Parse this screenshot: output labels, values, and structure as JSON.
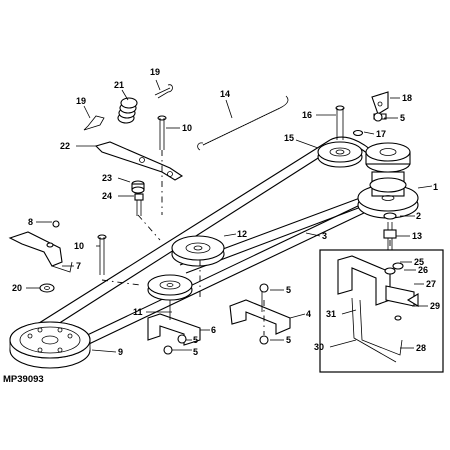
{
  "diagram": {
    "reference_code": "MP39093",
    "callouts": {
      "c1": "1",
      "c2": "2",
      "c3": "3",
      "c4": "4",
      "c5a": "5",
      "c5b": "5",
      "c5c": "5",
      "c5d": "5",
      "c5e": "5",
      "c6": "6",
      "c7": "7",
      "c8": "8",
      "c9": "9",
      "c10a": "10",
      "c10b": "10",
      "c11": "11",
      "c12": "12",
      "c13": "13",
      "c14": "14",
      "c15": "15",
      "c16": "16",
      "c17": "17",
      "c18": "18",
      "c19a": "19",
      "c19b": "19",
      "c20": "20",
      "c21": "21",
      "c22": "22",
      "c23": "23",
      "c24": "24",
      "c25": "25",
      "c26": "26",
      "c27": "27",
      "c28": "28",
      "c29": "29",
      "c30": "30",
      "c31": "31"
    }
  }
}
